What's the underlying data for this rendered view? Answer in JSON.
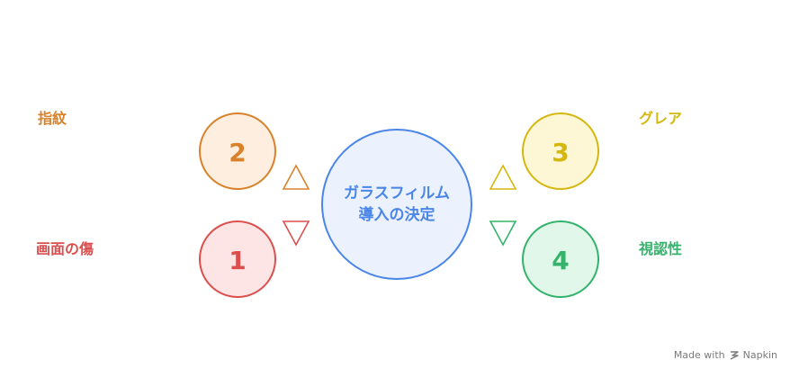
{
  "center": {
    "line1": "ガラスフィルム",
    "line2": "導入の決定",
    "fill": "#ebf1fd",
    "stroke": "#4a86e8",
    "text_color": "#4a86e8"
  },
  "items": [
    {
      "number": "2",
      "label": "指紋",
      "fill": "#fdeee0",
      "stroke": "#d9822b",
      "text_color": "#d9822b"
    },
    {
      "number": "1",
      "label": "画面の傷",
      "fill": "#fde5e5",
      "stroke": "#db4f4f",
      "text_color": "#db4f4f"
    },
    {
      "number": "3",
      "label": "グレア",
      "fill": "#fdf7d6",
      "stroke": "#d4b70f",
      "text_color": "#d4b70f"
    },
    {
      "number": "4",
      "label": "視認性",
      "fill": "#e0f7ea",
      "stroke": "#33b36b",
      "text_color": "#33b36b"
    }
  ],
  "footer": {
    "made_with": "Made with",
    "brand": "Napkin",
    "icon": "napkin-logo-icon"
  }
}
